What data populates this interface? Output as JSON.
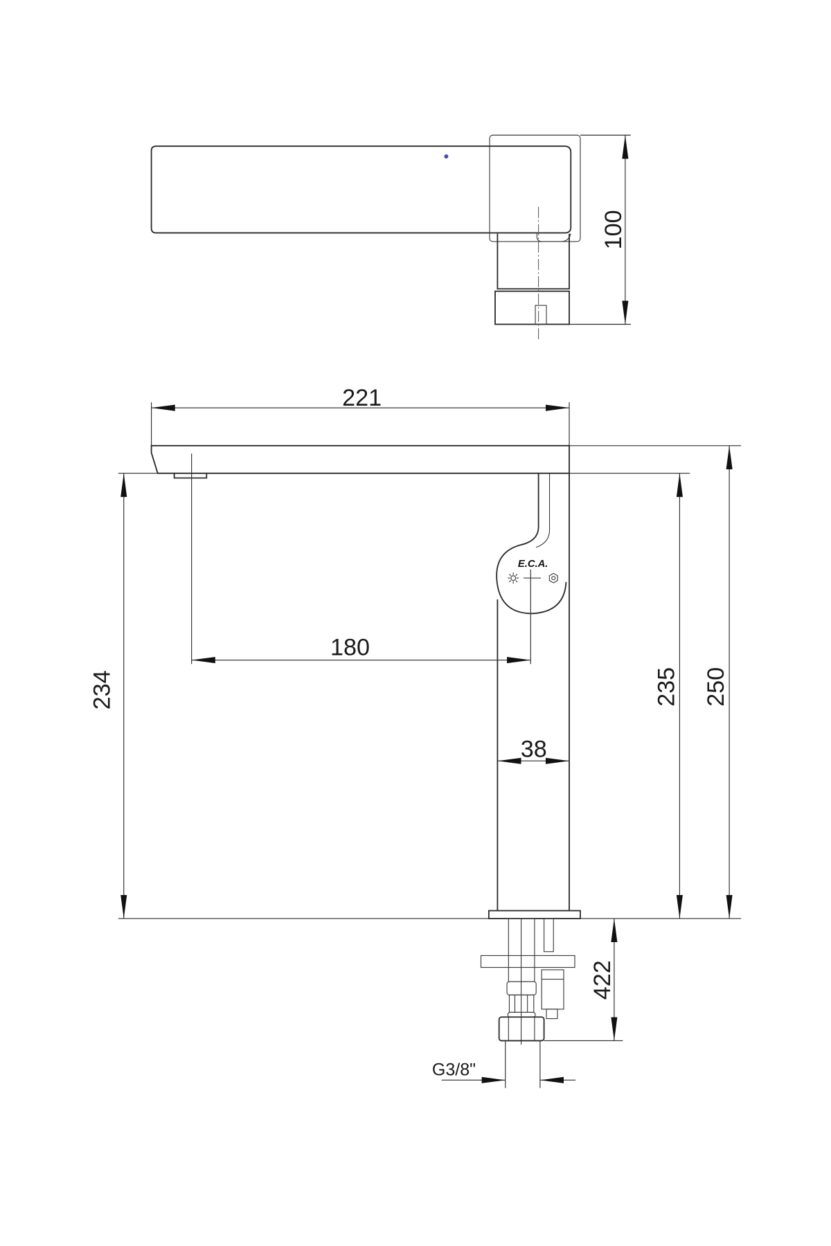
{
  "drawing": {
    "brand_logo": "E.C.A.",
    "dimensions": {
      "top_depth": "100",
      "spout_length": "221",
      "spout_reach": "180",
      "spout_height": "234",
      "body_height": "235",
      "total_height": "250",
      "body_width": "38",
      "hose_length": "422",
      "connection_thread": "G3/8\""
    },
    "colors": {
      "line": "#2a2a2a",
      "marker_dot": "#3b4cc0"
    },
    "icons": [
      "hot-sun-icon",
      "cold-snowflake-icon"
    ]
  }
}
